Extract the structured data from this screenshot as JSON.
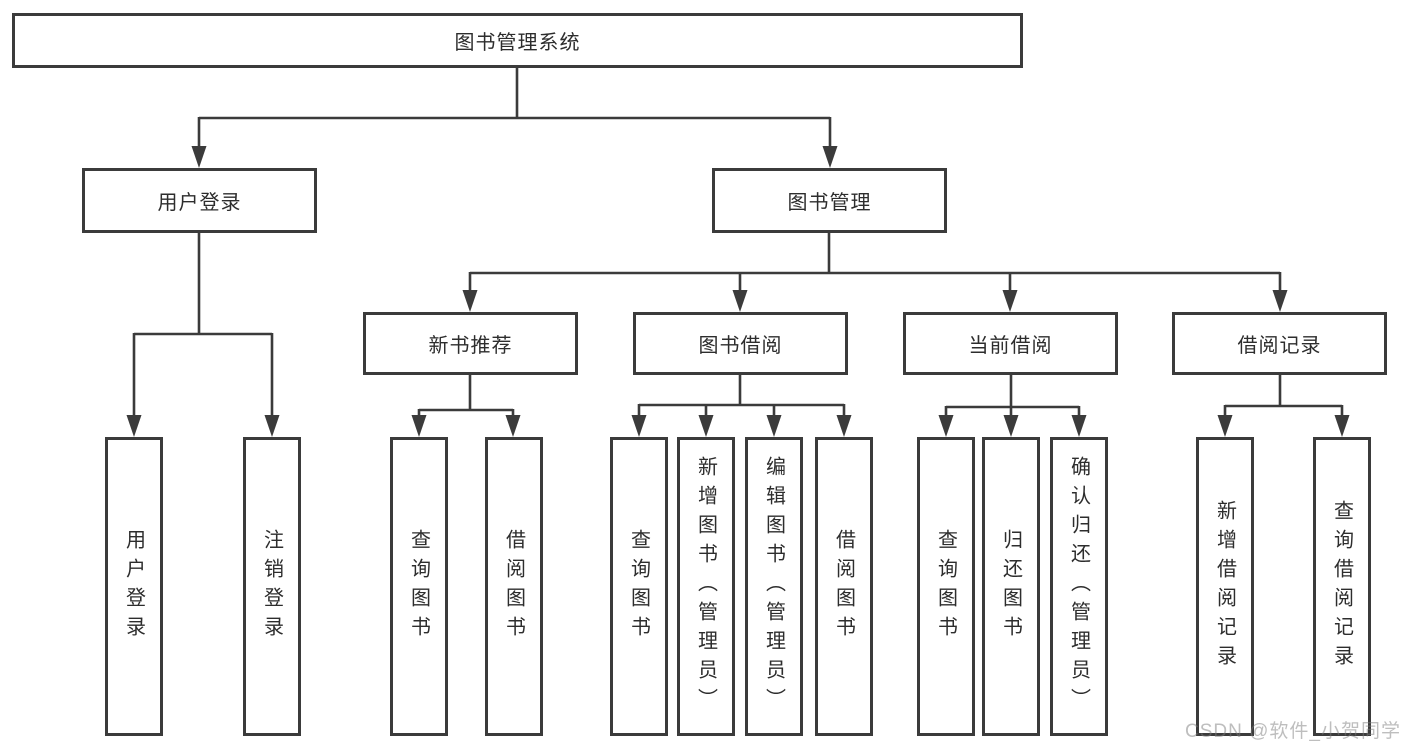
{
  "diagram_title": "图书管理系统",
  "tree": {
    "label": "图书管理系统",
    "children": [
      {
        "label": "用户登录",
        "children": [
          {
            "label": "用户登录"
          },
          {
            "label": "注销登录"
          }
        ]
      },
      {
        "label": "图书管理",
        "children": [
          {
            "label": "新书推荐",
            "children": [
              {
                "label": "查询图书"
              },
              {
                "label": "借阅图书"
              }
            ]
          },
          {
            "label": "图书借阅",
            "children": [
              {
                "label": "查询图书"
              },
              {
                "label": "新增图书（管理员）"
              },
              {
                "label": "编辑图书（管理员）"
              },
              {
                "label": "借阅图书"
              }
            ]
          },
          {
            "label": "当前借阅",
            "children": [
              {
                "label": "查询图书"
              },
              {
                "label": "归还图书"
              },
              {
                "label": "确认归还（管理员）"
              }
            ]
          },
          {
            "label": "借阅记录",
            "children": [
              {
                "label": "新增借阅记录"
              },
              {
                "label": "查询借阅记录"
              }
            ]
          }
        ]
      }
    ]
  },
  "watermark": "CSDN @软件_小贺同学",
  "colors": {
    "line": "#3b3b3b",
    "box_border": "#3b3b3b",
    "text": "#2d2d2d",
    "watermark": "#bdbdbd",
    "background": "#ffffff"
  }
}
